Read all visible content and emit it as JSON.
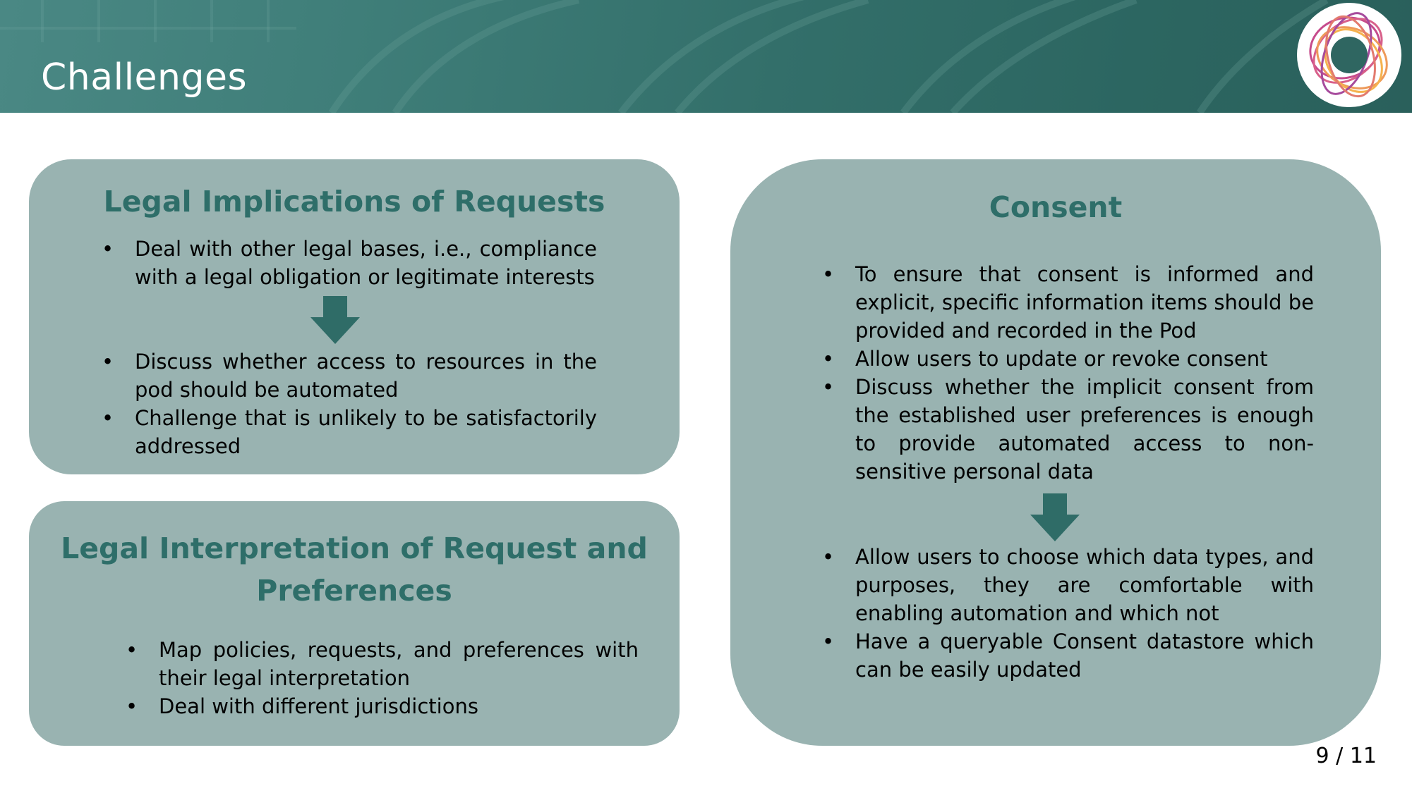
{
  "slide": {
    "title": "Challenges",
    "page_number": "9 / 11"
  },
  "colors": {
    "header": "#336f6a",
    "card": "#99b3b1",
    "heading": "#2e6e69",
    "arrow": "#2f6c67"
  },
  "cards": {
    "legal_implications": {
      "title": "Legal Implications of Requests",
      "bullets_before": [
        "Deal with other legal bases, i.e., compliance with a legal obligation or legitimate interests"
      ],
      "arrow_icon": "down-arrow-icon",
      "bullets_after": [
        "Discuss whether access to resources in the pod should be automated",
        "Challenge that is unlikely to be satisfactorily addressed"
      ]
    },
    "legal_interpretation": {
      "title_line1": "Legal Interpretation of Request and",
      "title_line2": "Preferences",
      "bullets": [
        "Map policies, requests, and preferences with their legal interpretation",
        "Deal with different jurisdictions"
      ]
    },
    "consent": {
      "title": "Consent",
      "bullets_before": [
        "To ensure that consent is informed and explicit, specific information items should be provided and recorded in the Pod",
        "Allow users to update or revoke consent",
        "Discuss whether the implicit consent from the established user preferences is enough to provide automated access to non-sensitive personal data"
      ],
      "arrow_icon": "down-arrow-icon",
      "bullets_after": [
        "Allow users to choose which data types, and purposes, they are comfortable with enabling automation and which not",
        "Have a queryable Consent datastore which can be easily updated"
      ]
    }
  }
}
